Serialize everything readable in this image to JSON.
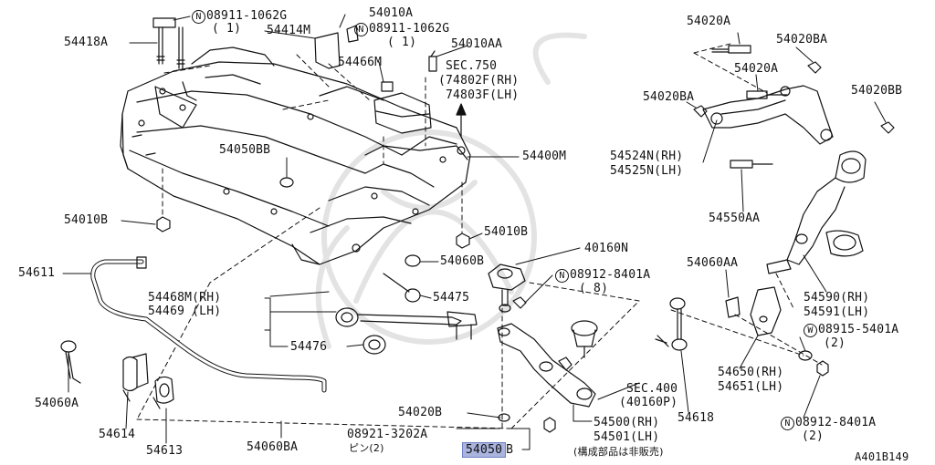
{
  "figure_id": "A401B149",
  "highlight_color": "#aab4de",
  "labels": {
    "p54418A": "54418A",
    "n08911a": "08911-1062G",
    "n08911a_qty": "( 1)",
    "p54414M": "54414M",
    "p54010A": "54010A",
    "n08911b": "08911-1062G",
    "n08911b_qty": "( 1)",
    "p54010AA": "54010AA",
    "p54466M": "54466M",
    "sec750": "SEC.750",
    "ref74802": "(74802F(RH)",
    "ref74803": "74803F(LH)",
    "p54050BB": "54050BB",
    "p54400M": "54400M",
    "p54010B_left": "54010B",
    "p54010B_mid": "54010B",
    "p40160N": "40160N",
    "p54060B": "54060B",
    "n08912a": "08912-8401A",
    "n08912a_qty": "( 8)",
    "p54611": "54611",
    "p54468M": "54468M(RH)",
    "p54469": "54469 (LH)",
    "p54475": "54475",
    "p54476": "54476",
    "p54060A": "54060A",
    "p54614": "54614",
    "p54613": "54613",
    "p54060BA": "54060BA",
    "p54020B": "54020B",
    "p08921": "08921-3202A",
    "pin_qty": "ピン(2)",
    "p54050B": "54050",
    "p54050B_suffix": "B",
    "sec400": "SEC.400",
    "ref40160P": "(40160P)",
    "p54500": "54500(RH)",
    "p54501": "54501(LH)",
    "not_sold": "(構成部品は非販売)",
    "p54618": "54618",
    "p54020A_top": "54020A",
    "p54020BA_top": "54020BA",
    "p54020A_mid": "54020A",
    "p54020BA_left": "54020BA",
    "p54020BB": "54020BB",
    "p54524N": "54524N(RH)",
    "p54525N": "54525N(LH)",
    "p54550AA": "54550AA",
    "p54060AA": "54060AA",
    "p54590": "54590(RH)",
    "p54591": "54591(LH)",
    "w08915": "08915-5401A",
    "w08915_qty": "(2)",
    "p54650": "54650(RH)",
    "p54651": "54651(LH)",
    "n08912b": "08912-8401A",
    "n08912b_qty": "(2)"
  },
  "symbols": {
    "n": "N",
    "w": "W"
  }
}
